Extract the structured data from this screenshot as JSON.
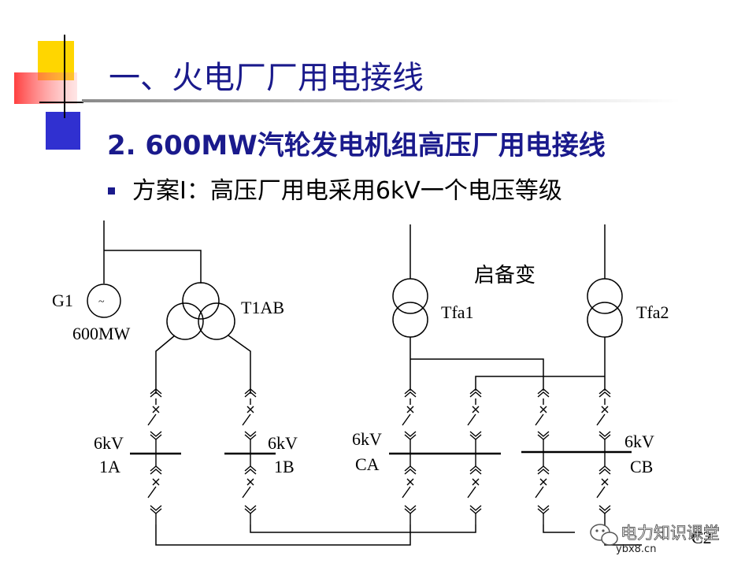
{
  "slide": {
    "title": "一、火电厂厂用电接线",
    "subtitle": "2. 600MW汽轮发电机组高压厂用电接线",
    "bullet": "方案I：高压厂用电采用6kV一个电压等级"
  },
  "diagram": {
    "generator": {
      "label": "G1",
      "symbol": "~",
      "rating": "600MW"
    },
    "main_transformer": {
      "label": "T1AB"
    },
    "standby_label": "启备变",
    "standby_transformers": [
      {
        "label": "Tfa1"
      },
      {
        "label": "Tfa2"
      }
    ],
    "buses": [
      {
        "voltage": "6kV",
        "name": "1A"
      },
      {
        "voltage": "6kV",
        "name": "1B"
      },
      {
        "voltage": "6kV",
        "name": "CA"
      },
      {
        "voltage": "6kV",
        "name": "CB"
      }
    ],
    "cut_label": "C2"
  },
  "watermark": {
    "brand": "电力知识课堂",
    "site": "ybx8.cn"
  },
  "colors": {
    "title": "#1a1a8c",
    "accent_yellow": "#ffd600",
    "accent_red": "#ff4040",
    "accent_blue": "#3030d0",
    "line": "#000000"
  }
}
